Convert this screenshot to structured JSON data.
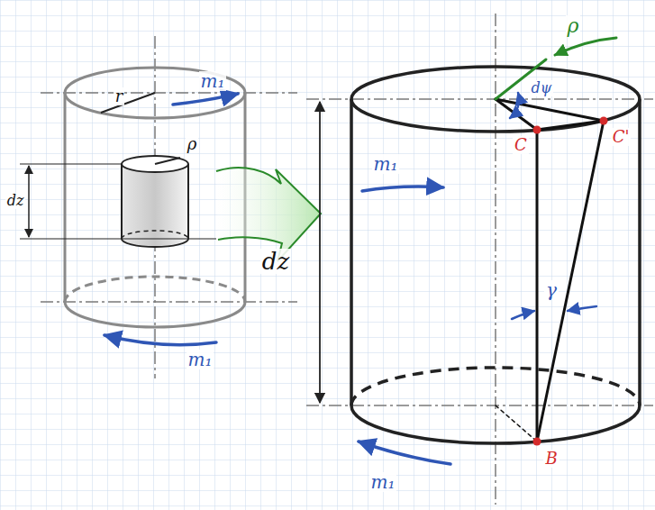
{
  "diagram": {
    "labels": [
      "ρ",
      "r",
      "m₁",
      "dψ",
      "C'",
      "C",
      "ρ",
      "m₁",
      "dz",
      "dz",
      "γ",
      "m₁",
      "B",
      "m₁"
    ]
  }
}
